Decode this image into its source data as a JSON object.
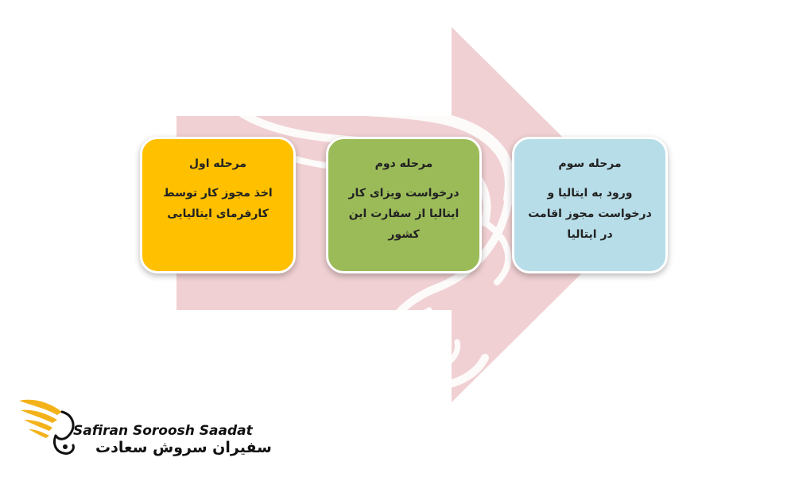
{
  "colors": {
    "arrow": "#f0d0d2",
    "step1": "#ffc000",
    "step2": "#9bbb59",
    "step3": "#b7dde8",
    "logo_gold": "#f3b21a"
  },
  "steps": [
    {
      "title": "مرحله اول",
      "desc": "اخذ مجوز کار توسط\nکارفرمای ایتالیایی"
    },
    {
      "title": "مرحله دوم",
      "desc": "درخواست ویزای کار\nایتالیا از سفارت این\nکشور"
    },
    {
      "title": "مرحله سوم",
      "desc": "ورود به ایتالیا و\nدرخواست مجوز اقامت\nدر ایتالیا"
    }
  ],
  "logo": {
    "name_en": "Safiran Soroosh Saadat",
    "name_fa": "سفیران سروش سعادت",
    "icon": "golden-wing-swan-icon"
  }
}
